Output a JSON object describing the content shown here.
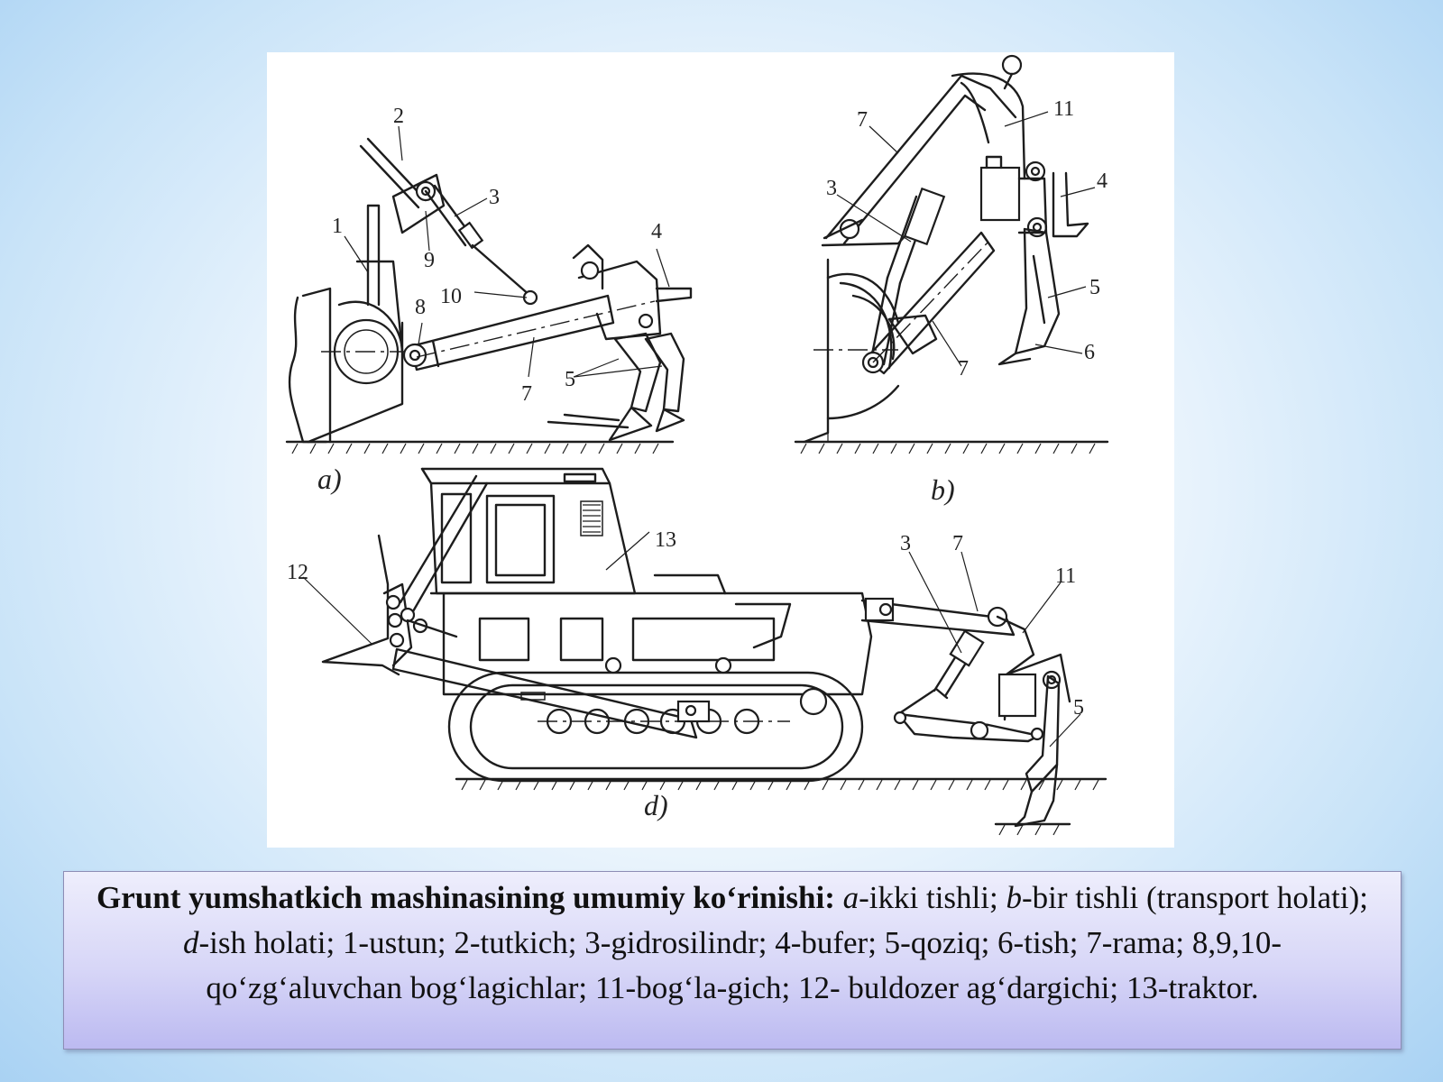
{
  "diagram": {
    "sublabels": {
      "a": "a)",
      "b": "b)",
      "d": "d)"
    },
    "labels": {
      "a1": "1",
      "a2": "2",
      "a3": "3",
      "a4": "4",
      "a5": "5",
      "a7": "7",
      "a8": "8",
      "a9": "9",
      "a10": "10",
      "b3": "3",
      "b4": "4",
      "b5": "5",
      "b6": "6",
      "b7a": "7",
      "b7b": "7",
      "b11": "11",
      "d3": "3",
      "d5": "5",
      "d7": "7",
      "d11": "11",
      "d12": "12",
      "d13": "13"
    }
  },
  "caption": {
    "bold": "Grunt yumshatkich mashinasining umumiy ko‘rinishi:",
    "a_letter": "a",
    "a_text": "-ikki tishli; ",
    "b_letter": "b",
    "b_text": "-bir tishli (transport holati); ",
    "d_letter": "d",
    "d_text": "-ish holati; 1-ustun; 2-tutkich; 3-gidrosilindr; 4-bufer; 5-qoziq; 6-tish; 7-rama; 8,9,10-qo‘zg‘aluvchan bog‘lagichlar; 11-bog‘la-gich; 12- buldozer ag‘dargichi; 13-traktor."
  }
}
